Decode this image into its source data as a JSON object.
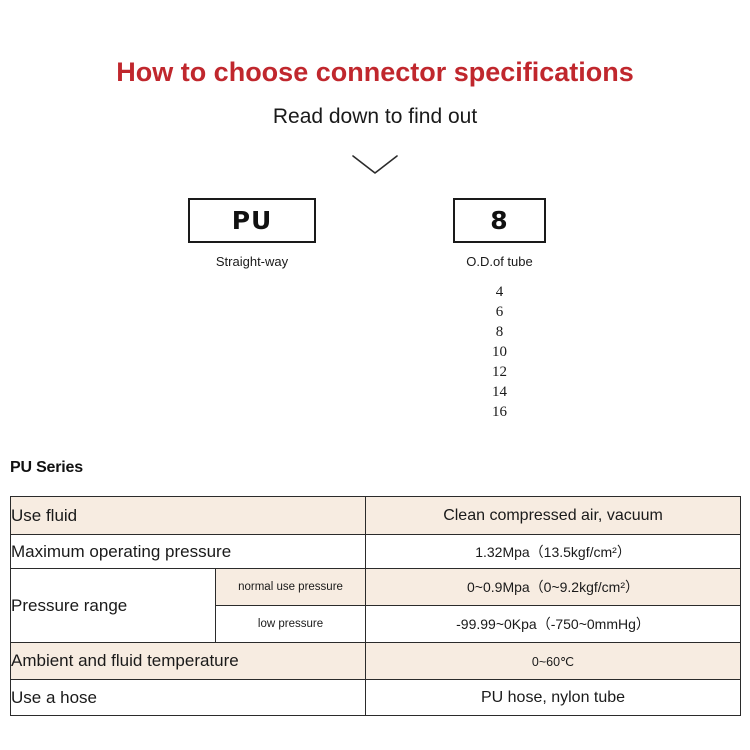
{
  "header": {
    "title": "How to choose connector specifications",
    "subtitle": "Read down to find out",
    "title_color": "#c0272d",
    "arrow_icon": "chevron-down-icon"
  },
  "selector": {
    "boxes": [
      {
        "code": "PU",
        "caption": "Straight-way"
      },
      {
        "code": "8",
        "caption": "O.D.of tube"
      }
    ],
    "tube_sizes": [
      "4",
      "6",
      "8",
      "10",
      "12",
      "14",
      "16"
    ]
  },
  "series": {
    "heading": "PU Series",
    "shade_color": "#f7ece1",
    "rows": [
      {
        "label": "Use fluid",
        "sub": null,
        "value": "Clean compressed air, vacuum",
        "shaded": true
      },
      {
        "label": "Maximum operating pressure",
        "sub": null,
        "value": "1.32Mpa（13.5kgf/cm²）",
        "shaded": false
      },
      {
        "label": "Pressure range",
        "sub": "normal use pressure",
        "value": "0~0.9Mpa（0~9.2kgf/cm²）",
        "shaded": true
      },
      {
        "label": "",
        "sub": "low pressure",
        "value": "-99.99~0Kpa（-750~0mmHg）",
        "shaded": false
      },
      {
        "label": "Ambient and fluid temperature",
        "sub": null,
        "value": "0~60℃",
        "shaded": true
      },
      {
        "label": "Use a hose",
        "sub": null,
        "value": "PU hose, nylon tube",
        "shaded": false
      }
    ]
  }
}
